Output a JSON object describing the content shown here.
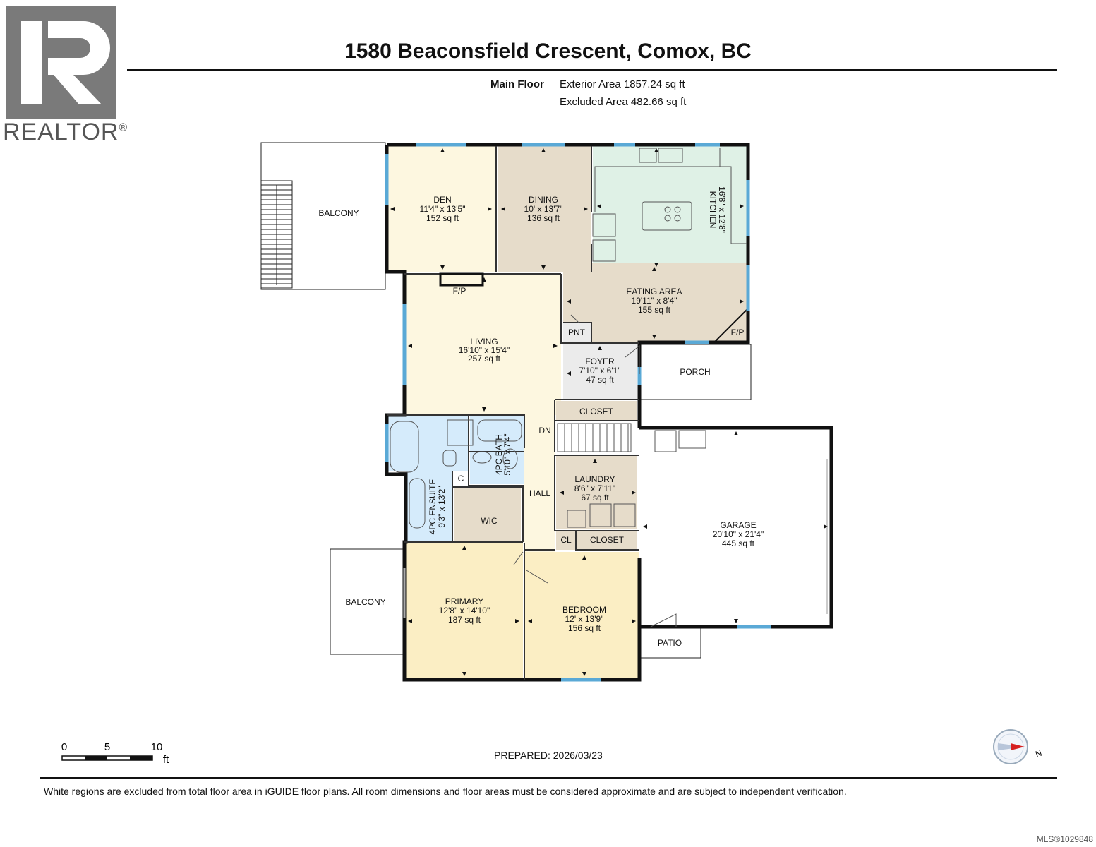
{
  "logo": {
    "text": "REALTOR",
    "mark": "®"
  },
  "title": "1580 Beaconsfield Crescent, Comox, BC",
  "floor": {
    "name": "Main Floor",
    "exterior_area": "Exterior Area 1857.24 sq ft",
    "excluded_area": "Excluded Area 482.66 sq ft"
  },
  "rooms": {
    "den": {
      "name": "DEN",
      "dims": "11'4\" x 13'5\"",
      "area": "152 sq ft"
    },
    "dining": {
      "name": "DINING",
      "dims": "10' x 13'7\"",
      "area": "136 sq ft"
    },
    "kitchen": {
      "name": "KITCHEN",
      "dims": "16'8\" x 12'8\""
    },
    "eating": {
      "name": "EATING AREA",
      "dims": "19'11\" x 8'4\"",
      "area": "155 sq ft"
    },
    "living": {
      "name": "LIVING",
      "dims": "16'10\" x 15'4\"",
      "area": "257 sq ft"
    },
    "foyer": {
      "name": "FOYER",
      "dims": "7'10\" x 6'1\"",
      "area": "47 sq ft"
    },
    "laundry": {
      "name": "LAUNDRY",
      "dims": "8'6\" x 7'11\"",
      "area": "67 sq ft"
    },
    "garage": {
      "name": "GARAGE",
      "dims": "20'10\" x 21'4\"",
      "area": "445 sq ft"
    },
    "primary": {
      "name": "PRIMARY",
      "dims": "12'8\" x 14'10\"",
      "area": "187 sq ft"
    },
    "bedroom": {
      "name": "BEDROOM",
      "dims": "12' x 13'9\"",
      "area": "156 sq ft"
    },
    "ensuite": {
      "name": "4PC ENSUITE",
      "dims": "9'3\" x 13'2\""
    },
    "bath": {
      "name": "4PC BATH",
      "dims": "5'10\" x 7'4\""
    }
  },
  "labels": {
    "balcony_top": "BALCONY",
    "balcony_bottom": "BALCONY",
    "porch": "PORCH",
    "patio": "PATIO",
    "closet_upper": "CLOSET",
    "closet_lower": "CLOSET",
    "wic": "WIC",
    "hall": "HALL",
    "dn": "DN",
    "pnt": "PNT",
    "fp_living": "F/P",
    "fp_eating": "F/P",
    "cl": "CL",
    "c": "C"
  },
  "scale": {
    "t0": "0",
    "t5": "5",
    "t10": "10",
    "unit": "ft"
  },
  "prepared": "PREPARED: 2026/03/23",
  "compass": {
    "letter": "N"
  },
  "disclaimer": "White regions are excluded from total floor area in iGUIDE floor plans. All room dimensions and floor areas must be considered approximate and are subject to independent verification.",
  "mls": "MLS®1029848",
  "colors": {
    "den": "#fdf7e0",
    "dining": "#e6dcca",
    "kitchen": "#dff1e6",
    "eating": "#e6dcca",
    "living": "#fdf7e0",
    "primary": "#fbeec4",
    "bedroom": "#fbeec4",
    "foyer": "#ebebeb",
    "laundry": "#e6dcca",
    "bath": "#d5ebfb",
    "closet": "#e6dcca",
    "window": "#5aa9d6"
  }
}
